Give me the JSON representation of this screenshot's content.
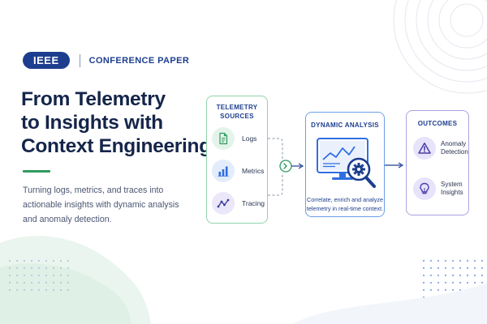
{
  "badge": {
    "pill": "IEEE",
    "label": "CONFERENCE PAPER"
  },
  "title": {
    "lines": [
      "From Telemetry",
      "to Insights with",
      "Context Engineering"
    ]
  },
  "subtitle": {
    "lines": [
      "Turning logs, metrics, and traces into",
      "actionable insights with dynamic analysis",
      "and anomaly detection."
    ]
  },
  "telemetry": {
    "title_lines": [
      "TELEMETRY",
      "SOURCES"
    ],
    "items": [
      {
        "label": "Logs",
        "icon": "document-icon"
      },
      {
        "label": "Metrics",
        "icon": "bar-chart-icon"
      },
      {
        "label": "Tracing",
        "icon": "trace-line-icon"
      }
    ]
  },
  "dynamic_analysis": {
    "title": "DYNAMIC ANALYSIS",
    "icon": "monitor-magnifier-gear-icon",
    "description_lines": [
      "Correlate, enrich and analyze",
      "telemetry in real-time context."
    ]
  },
  "outcomes": {
    "title": "OUTCOMES",
    "items": [
      {
        "label_lines": [
          "Anomaly",
          "Detection"
        ],
        "icon": "warning-icon"
      },
      {
        "label_lines": [
          "System",
          "Insights"
        ],
        "icon": "lightbulb-icon"
      }
    ]
  },
  "colors": {
    "navy": "#1d3e8f",
    "green": "#2f9a5e",
    "blue": "#2f6fe0",
    "purple": "#5b4db8"
  }
}
